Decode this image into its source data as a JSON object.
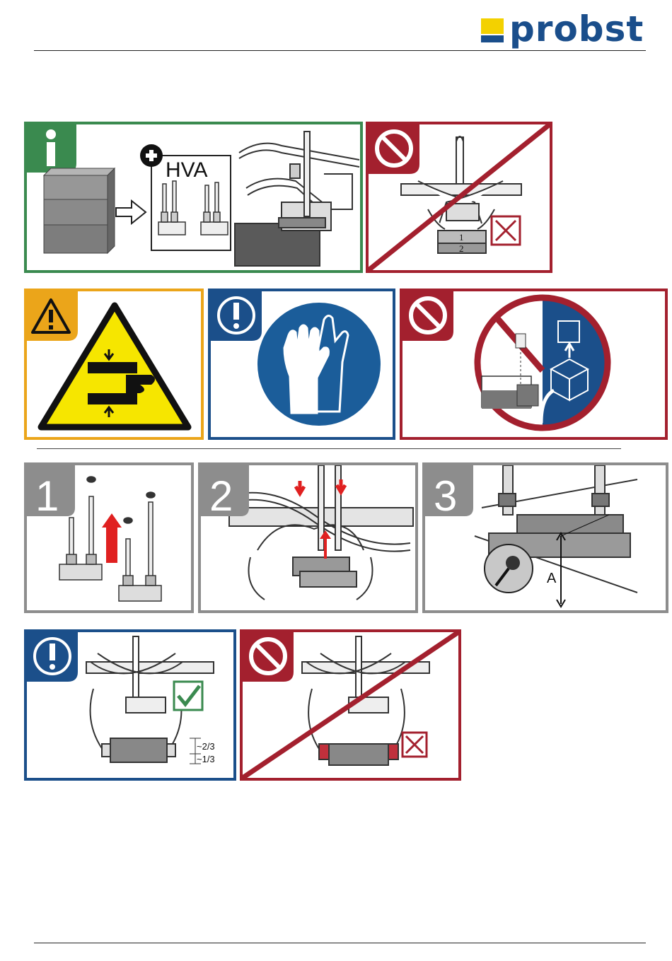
{
  "header": {
    "brand": "probst",
    "brand_colors": {
      "blue": "#1a4e8b",
      "yellow": "#f3d100"
    }
  },
  "panels": {
    "info_hva": {
      "label": "HVA",
      "icons": [
        "info-icon",
        "plus-icon",
        "arrow-right-icon"
      ],
      "frame_color": "#3a8a4f"
    },
    "prohibit_stack": {
      "labels": [
        "1",
        "2"
      ],
      "icons": [
        "prohibition-icon",
        "cross-box-icon"
      ],
      "frame_color": "#a3202e"
    },
    "crush_warning": {
      "icons": [
        "warning-icon",
        "hand-crush-icon"
      ],
      "frame_color": "#eba51a"
    },
    "gloves": {
      "icons": [
        "mandatory-icon",
        "gloves-icon"
      ],
      "frame_color": "#1b4f8a"
    },
    "no_drop": {
      "icons": [
        "prohibition-icon",
        "box-unpack-icon"
      ],
      "frame_color": "#a3202e"
    }
  },
  "steps": [
    {
      "number": "1"
    },
    {
      "number": "2"
    },
    {
      "number": "3",
      "dimension_label": "A"
    }
  ],
  "grip": {
    "correct": {
      "ratio_top": "~2/3",
      "ratio_bottom": "~1/3",
      "icons": [
        "mandatory-icon",
        "check-box-icon"
      ]
    },
    "wrong": {
      "icons": [
        "prohibition-icon",
        "cross-box-icon"
      ]
    }
  }
}
